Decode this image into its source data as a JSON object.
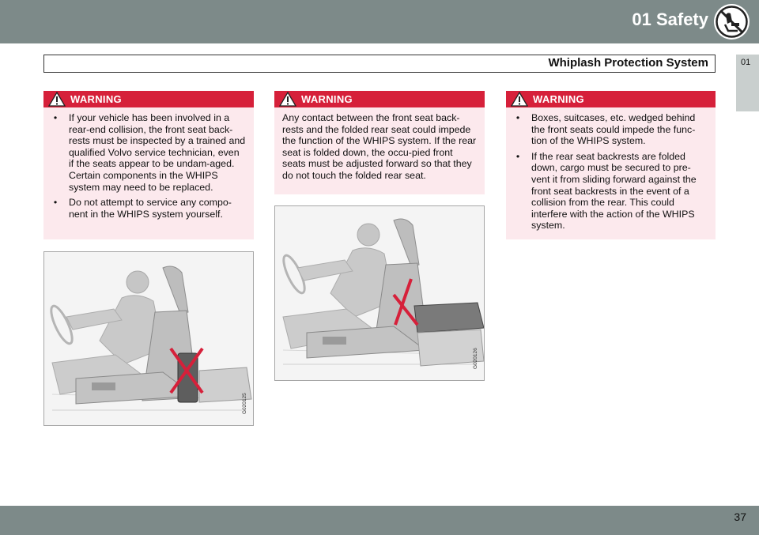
{
  "header": {
    "chapter_title": "01 Safety",
    "chapter_icon": "whiplash-seat-icon",
    "section_title": "Whiplash Protection System",
    "side_tab": "01"
  },
  "footer": {
    "page_number": "37"
  },
  "warnings": [
    {
      "title": "WARNING",
      "bullets": [
        "If your vehicle has been involved in a rear-end collision, the front seat back-rests must be inspected by a trained and qualified Volvo service technician, even if the seats appear to be undam-aged. Certain components in the WHIPS system may need to be replaced.",
        "Do not attempt to service any compo-nent in the WHIPS system yourself."
      ]
    },
    {
      "title": "WARNING",
      "text": "Any contact between the front seat back-rests and the folded rear seat could impede the function of the WHIPS system. If the rear seat is folded down, the occu-pied front seats must be adjusted forward so that they do not touch the folded rear seat."
    },
    {
      "title": "WARNING",
      "bullets": [
        "Boxes, suitcases, etc. wedged behind the front seats could impede the func-tion of the WHIPS system.",
        "If the rear seat backrests are folded down, cargo must be secured to pre-vent it from sliding forward against the front seat backrests in the event of a collision from the rear. This could interfere with the action of the WHIPS system."
      ]
    }
  ],
  "figures": [
    {
      "code": "G020125"
    },
    {
      "code": "G020126"
    }
  ],
  "colors": {
    "bar": "#7d8a89",
    "warning_red": "#d6203a",
    "warning_bg": "#fce9ed",
    "tab": "#c9cfce"
  }
}
